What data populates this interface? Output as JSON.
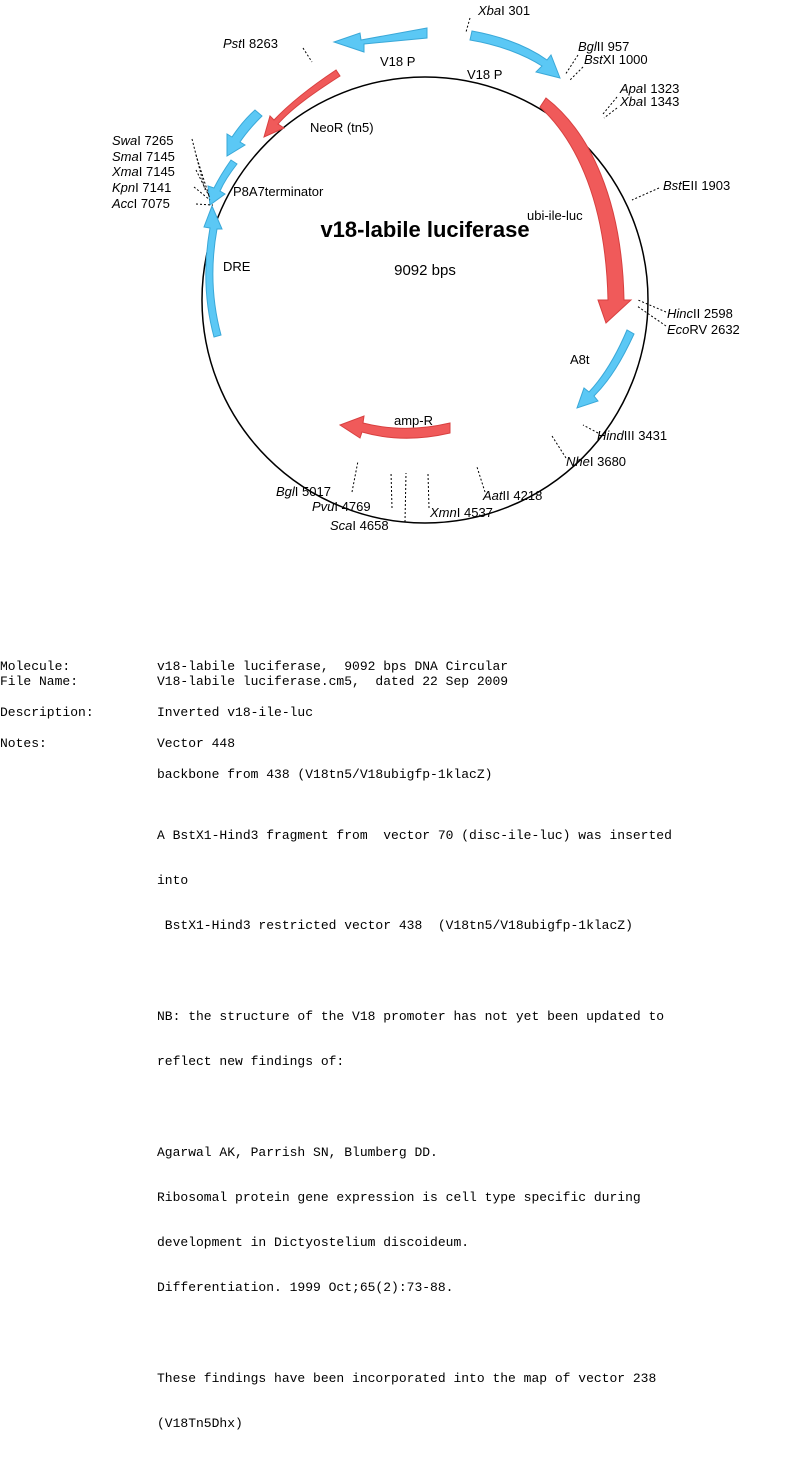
{
  "map": {
    "title": "v18-labile luciferase",
    "size_label": "9092 bps",
    "features": [
      {
        "label": "V18 P",
        "color": "#5bc8f5"
      },
      {
        "label": "V18 P",
        "color": "#5bc8f5"
      },
      {
        "label": "NeoR (tn5)",
        "color": "#f05a5a"
      },
      {
        "label": "ubi-ile-luc",
        "color": "#f05a5a"
      },
      {
        "label": "P8A7terminator",
        "color": "#5bc8f5"
      },
      {
        "label": "DRE",
        "color": "#5bc8f5"
      },
      {
        "label": "A8t",
        "color": "#5bc8f5"
      },
      {
        "label": "amp-R",
        "color": "#f05a5a"
      }
    ],
    "sites": [
      {
        "enzyme": "Xba",
        "suffix": "I",
        "pos": "301"
      },
      {
        "enzyme": "Bgl",
        "suffix": "II",
        "pos": "957"
      },
      {
        "enzyme": "Bst",
        "suffix": "XI",
        "pos": "1000"
      },
      {
        "enzyme": "Apa",
        "suffix": "I",
        "pos": "1323"
      },
      {
        "enzyme": "Xba",
        "suffix": "I",
        "pos": "1343"
      },
      {
        "enzyme": "Bst",
        "suffix": "EII",
        "pos": "1903"
      },
      {
        "enzyme": "Hinc",
        "suffix": "II",
        "pos": "2598"
      },
      {
        "enzyme": "Eco",
        "suffix": "RV",
        "pos": "2632"
      },
      {
        "enzyme": "Hind",
        "suffix": "III",
        "pos": "3431"
      },
      {
        "enzyme": "Nhe",
        "suffix": "I",
        "pos": "3680"
      },
      {
        "enzyme": "Aat",
        "suffix": "II",
        "pos": "4218"
      },
      {
        "enzyme": "Xmn",
        "suffix": "I",
        "pos": "4537"
      },
      {
        "enzyme": "Sca",
        "suffix": "I",
        "pos": "4658"
      },
      {
        "enzyme": "Pvu",
        "suffix": "I",
        "pos": "4769"
      },
      {
        "enzyme": "Bgl",
        "suffix": "I",
        "pos": "5017"
      },
      {
        "enzyme": "Acc",
        "suffix": "I",
        "pos": "7075"
      },
      {
        "enzyme": "Kpn",
        "suffix": "I",
        "pos": "7141"
      },
      {
        "enzyme": "Xma",
        "suffix": "I",
        "pos": "7145"
      },
      {
        "enzyme": "Sma",
        "suffix": "I",
        "pos": "7145"
      },
      {
        "enzyme": "Swa",
        "suffix": "I",
        "pos": "7265"
      },
      {
        "enzyme": "Pst",
        "suffix": "I",
        "pos": "8263"
      }
    ]
  },
  "info": {
    "molecule_label": "Molecule:",
    "molecule_value": "v18-labile luciferase,  9092 bps DNA Circular",
    "file_label": "File Name:",
    "file_value": "V18-labile luciferase.cm5,  dated 22 Sep 2009",
    "description_label": "Description:",
    "description_value": "Inverted v18-ile-luc",
    "notes_label": "Notes:",
    "notes": {
      "p1": "Vector 448",
      "p2": "backbone from 438 (V18tn5/V18ubigfp-1klacZ)",
      "p3_l1": "A BstX1-Hind3 fragment from  vector 70 (disc-ile-luc) was inserted",
      "p3_l2": "into",
      "p3_l3": " BstX1-Hind3 restricted vector 438  (V18tn5/V18ubigfp-1klacZ)",
      "p4_l1": "NB: the structure of the V18 promoter has not yet been updated to",
      "p4_l2": "reflect new findings of:",
      "p5_l1": "Agarwal AK, Parrish SN, Blumberg DD.",
      "p5_l2": "Ribosomal protein gene expression is cell type specific during",
      "p5_l3": "development in Dictyostelium discoideum.",
      "p5_l4": "Differentiation. 1999 Oct;65(2):73-88.",
      "p6_l1": "These findings have been incorporated into the map of vector 238",
      "p6_l2": "(V18Tn5Dhx)"
    }
  }
}
